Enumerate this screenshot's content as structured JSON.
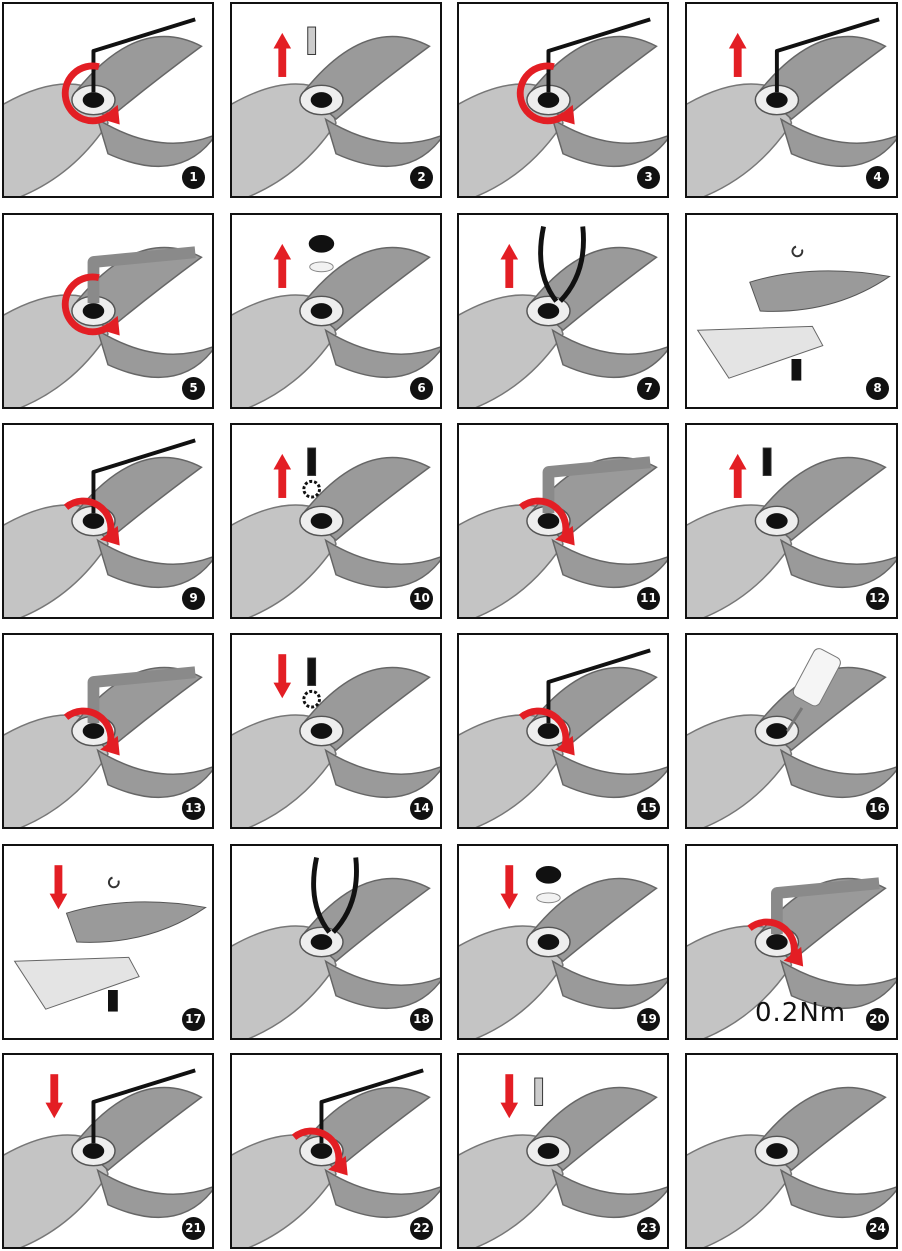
{
  "steps": [
    {
      "number": "1",
      "arrow": "rotate-counterclockwise",
      "tool": "hex-key"
    },
    {
      "number": "2",
      "arrow": "up",
      "tool": "screw"
    },
    {
      "number": "3",
      "arrow": "rotate-counterclockwise",
      "tool": "hex-key"
    },
    {
      "number": "4",
      "arrow": "up",
      "tool": "hex-key"
    },
    {
      "number": "5",
      "arrow": "rotate-counterclockwise",
      "tool": "hex-key-large"
    },
    {
      "number": "6",
      "arrow": "up",
      "tool": "nut"
    },
    {
      "number": "7",
      "arrow": "up",
      "tool": "pliers"
    },
    {
      "number": "8",
      "arrow": "none",
      "tool": "blade-parts"
    },
    {
      "number": "9",
      "arrow": "rotate-clockwise",
      "tool": "hex-key"
    },
    {
      "number": "10",
      "arrow": "up",
      "tool": "screw-gear"
    },
    {
      "number": "11",
      "arrow": "rotate-clockwise",
      "tool": "hex-key-large"
    },
    {
      "number": "12",
      "arrow": "up",
      "tool": "pivot-bolt"
    },
    {
      "number": "13",
      "arrow": "rotate-clockwise",
      "tool": "hex-key-large"
    },
    {
      "number": "14",
      "arrow": "down",
      "tool": "screw-gear"
    },
    {
      "number": "15",
      "arrow": "rotate-clockwise",
      "tool": "hex-key"
    },
    {
      "number": "16",
      "arrow": "none",
      "tool": "oil-bottle"
    },
    {
      "number": "17",
      "arrow": "down",
      "tool": "blade-parts"
    },
    {
      "number": "18",
      "arrow": "none",
      "tool": "pliers"
    },
    {
      "number": "19",
      "arrow": "down",
      "tool": "nut"
    },
    {
      "number": "20",
      "arrow": "rotate-clockwise",
      "tool": "hex-key-large",
      "torque": "0.2Nm"
    },
    {
      "number": "21",
      "arrow": "down",
      "tool": "hex-key"
    },
    {
      "number": "22",
      "arrow": "rotate-clockwise",
      "tool": "hex-key"
    },
    {
      "number": "23",
      "arrow": "down",
      "tool": "screw"
    },
    {
      "number": "24",
      "arrow": "none",
      "tool": "none"
    }
  ],
  "colors": {
    "arrow": "#e31e24",
    "body": "#c4c4c4",
    "blade": "#9a9a9a",
    "dark": "#111111"
  }
}
